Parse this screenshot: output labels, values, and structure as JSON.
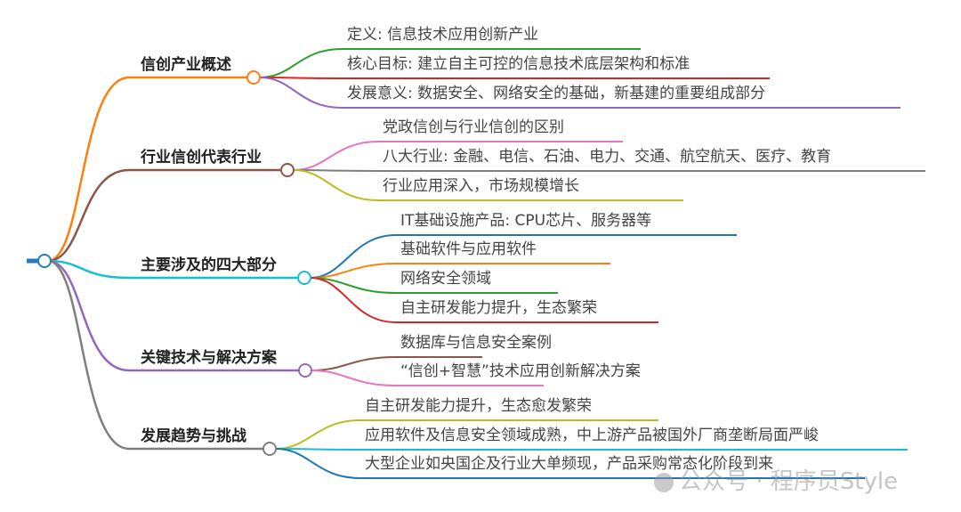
{
  "root": {
    "color": "#2a7ab8"
  },
  "branches": [
    {
      "label": "信创产业概述",
      "color": "#ff7f0e",
      "children": [
        {
          "label": "定义: 信息技术应用创新产业",
          "color": "#2ca02c"
        },
        {
          "label": "核心目标: 建立自主可控的信息技术底层架构和标准",
          "color": "#d62728"
        },
        {
          "label": "发展意义: 数据安全、网络安全的基础，新基建的重要组成部分",
          "color": "#9467bd"
        }
      ]
    },
    {
      "label": "行业信创代表行业",
      "color": "#8c564b",
      "children": [
        {
          "label": "党政信创与行业信创的区别",
          "color": "#e377c2"
        },
        {
          "label": "八大行业: 金融、电信、石油、电力、交通、航空航天、医疗、教育",
          "color": "#7f7f7f"
        },
        {
          "label": "行业应用深入，市场规模增长",
          "color": "#bcbd22"
        }
      ]
    },
    {
      "label": "主要涉及的四大部分",
      "color": "#17becf",
      "children": [
        {
          "label": "IT基础设施产品: CPU芯片、服务器等",
          "color": "#1f77b4"
        },
        {
          "label": "基础软件与应用软件",
          "color": "#ff7f0e"
        },
        {
          "label": "网络安全领域",
          "color": "#2ca02c"
        },
        {
          "label": "自主研发能力提升，生态繁荣",
          "color": "#d62728"
        }
      ]
    },
    {
      "label": "关键技术与解决方案",
      "color": "#9467bd",
      "children": [
        {
          "label": "数据库与信息安全案例",
          "color": "#8c564b"
        },
        {
          "label": "“信创+智慧”技术应用创新解决方案",
          "color": "#e377c2"
        }
      ]
    },
    {
      "label": "发展趋势与挑战",
      "color": "#7f7f7f",
      "children": [
        {
          "label": "自主研发能力提升，生态愈发繁荣",
          "color": "#bcbd22"
        },
        {
          "label": "应用软件及信息安全领域成熟，中上游产品被国外厂商垄断局面严峻",
          "color": "#17becf"
        },
        {
          "label": "大型企业如央国企及行业大单频现，产品采购常态化阶段到来",
          "color": "#1f77b4"
        }
      ]
    }
  ],
  "watermark": "公众号 · 程序员Style"
}
